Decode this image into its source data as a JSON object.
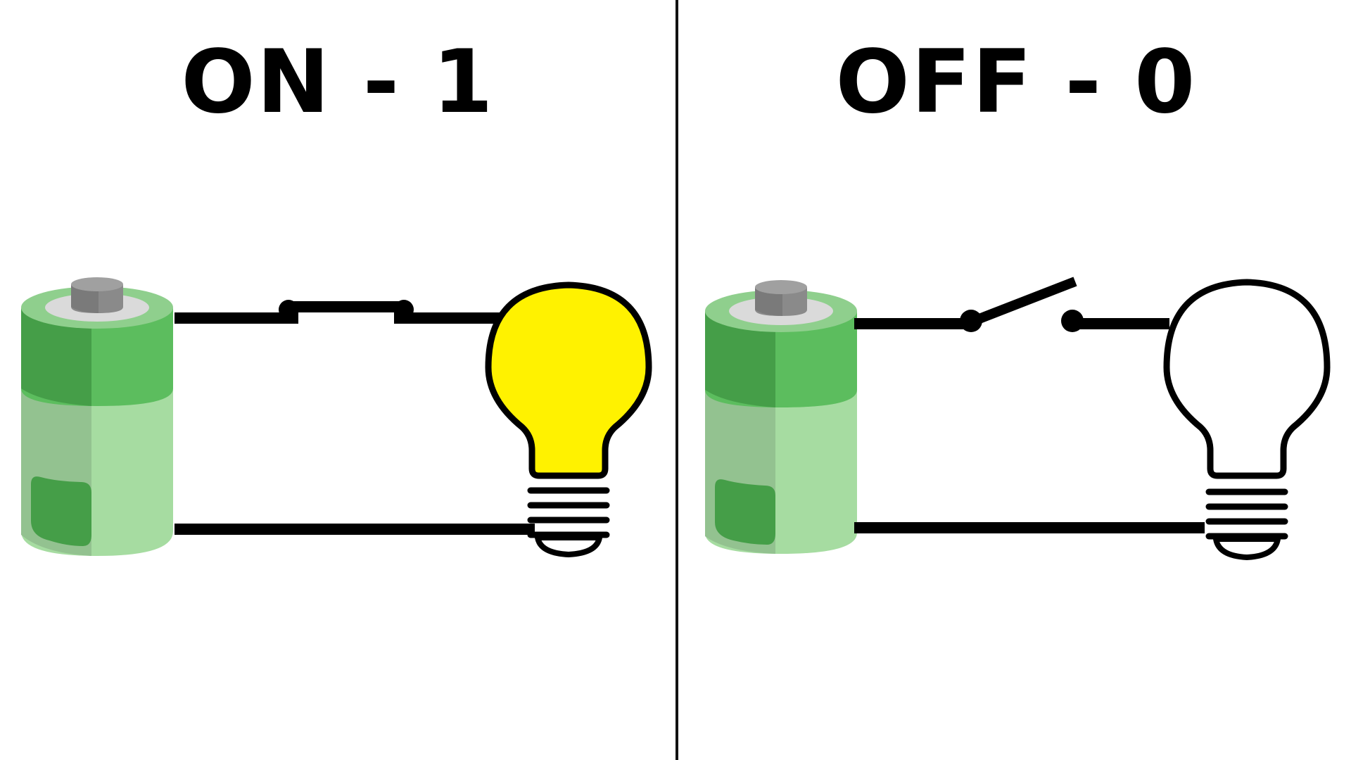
{
  "panels": [
    {
      "id": "on",
      "title": "ON - 1",
      "switch_state": "closed",
      "bulb_state": "lit"
    },
    {
      "id": "off",
      "title": "OFF - 0",
      "switch_state": "open",
      "bulb_state": "unlit"
    }
  ],
  "colors": {
    "wire": "#000000",
    "bulb_lit": "#FFF200",
    "bulb_unlit": "#FFFFFF",
    "battery_green": "#5CBD5E",
    "battery_green_dark": "#459E48",
    "battery_light": "#A6DCA1",
    "battery_top": "#8FCF8D",
    "terminal_gray": "#8A8A8A",
    "divider": "#111111"
  },
  "icons": [
    "battery-icon",
    "switch-icon",
    "lightbulb-icon"
  ]
}
